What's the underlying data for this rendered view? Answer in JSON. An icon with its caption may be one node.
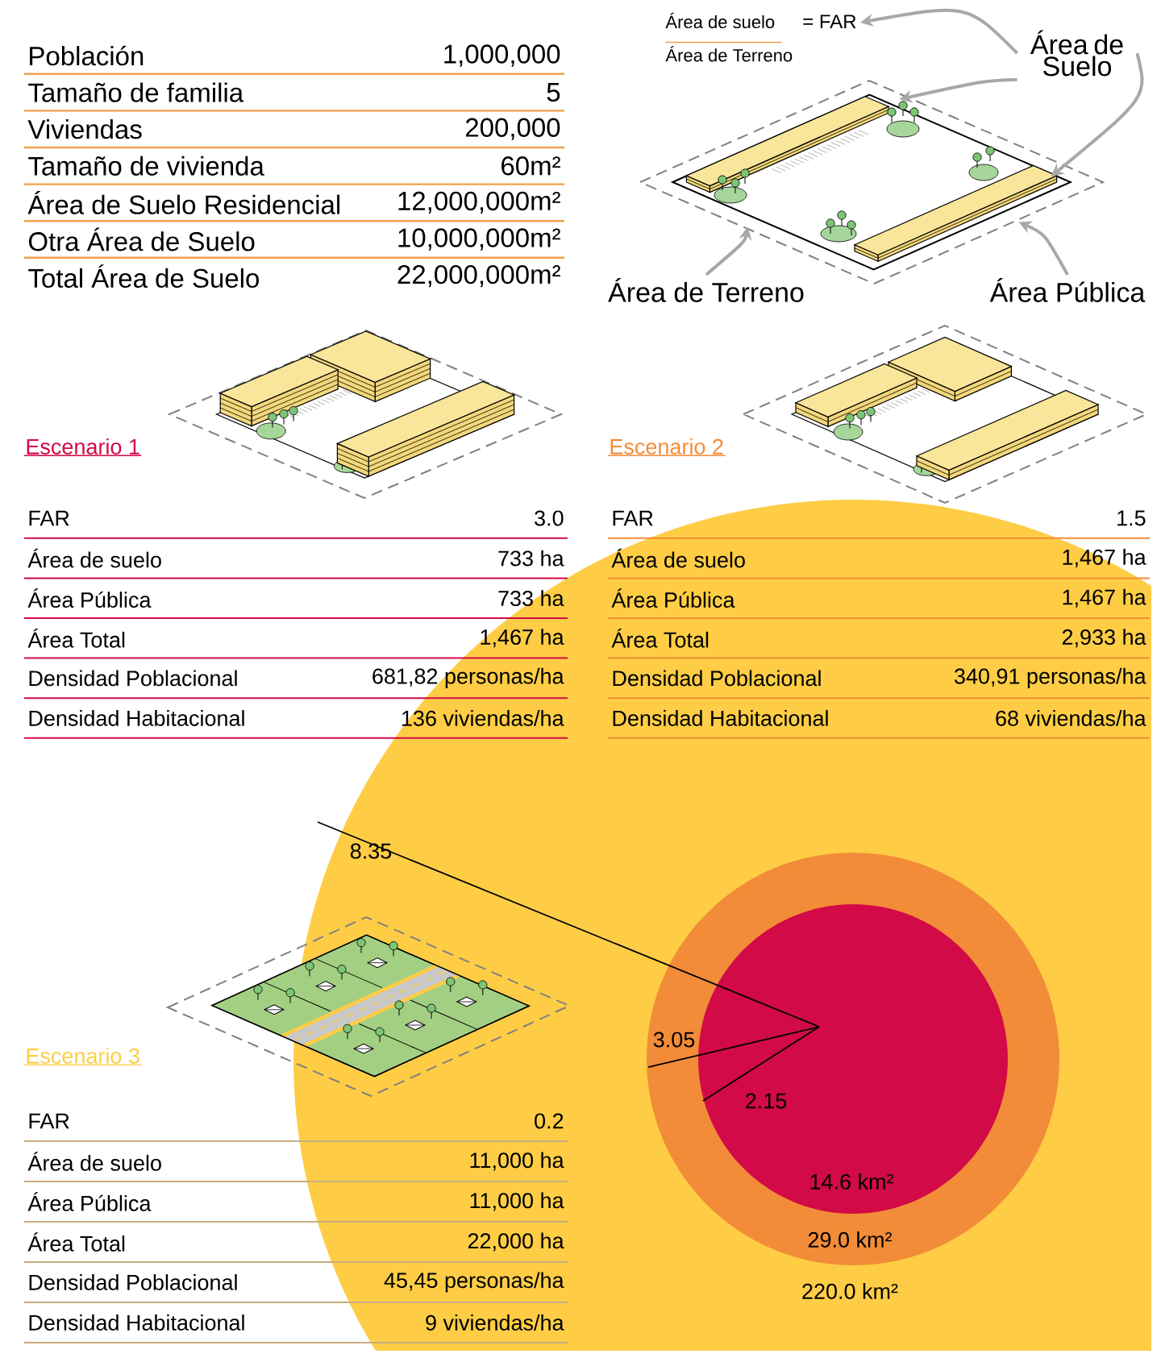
{
  "diagram": {
    "nodes": [
      {
        "text": [
          "Área de suelo",
          "= FAR",
          "Área de Terreno"
        ]
      },
      {
        "text": [
          "Área de Suelo"
        ]
      },
      {
        "text": [],
        "shape": "bar",
        "in": 6
      },
      {
        "text": [],
        "shape": "bar",
        "in": 6
      },
      {
        "text": [
          "Área de Terreno"
        ]
      },
      {
        "text": [
          "Área Pública"
        ]
      },
      {
        "text": [],
        "shape": "diamond",
        "in": 7
      },
      {
        "text": [],
        "shape": "diamond"
      }
    ],
    "edges": [
      {
        "from": 1,
        "to": 0,
        "arrow": "to"
      },
      {
        "from": 1,
        "to": 2,
        "arrow": "to"
      },
      {
        "from": 1,
        "to": 3,
        "arrow": "to"
      },
      {
        "from": 4,
        "to": 6,
        "arrow": "to"
      },
      {
        "from": 5,
        "to": 7,
        "arrow": "to"
      }
    ],
    "labels": [
      "Población",
      "1,000,000",
      "Tamaño de familia",
      "5",
      "Viviendas",
      "200,000",
      "Tamaño de vivienda",
      "60m²",
      "Área de Suelo Residencial",
      "12,000,000m²",
      "Otra Área de Suelo",
      "10,000,000m²",
      "Total Área de Suelo",
      "22,000,000m²",
      "Escenario 1",
      "Escenario 2",
      "FAR",
      "3.0",
      "Área de suelo",
      "733 ha",
      "Área Pública",
      "733 ha",
      "Área Total",
      "1,467 ha",
      "Densidad Poblacional",
      "681,82 personas/ha",
      "Densidad Habitacional",
      "136 viviendas/ha",
      "FAR",
      "1.5",
      "Área de suelo",
      "1,467 ha",
      "Área Pública",
      "1,467 ha",
      "Área Total",
      "2,933 ha",
      "Densidad Poblacional",
      "340,91 personas/ha",
      "Densidad Habitacional",
      "68 viviendas/ha",
      "8.35",
      "3.05",
      "2.15",
      "Escenario 3",
      "FAR",
      "0.2",
      "Área de suelo",
      "11,000 ha",
      "Área Pública",
      "11,000 ha",
      "Área Total",
      "22,000 ha",
      "Densidad Poblacional",
      "45,45 personas/ha",
      "Densidad Habitacional",
      "9 viviendas/ha",
      "14.6 km²",
      "29.0 km²",
      "220.0 km²"
    ]
  }
}
